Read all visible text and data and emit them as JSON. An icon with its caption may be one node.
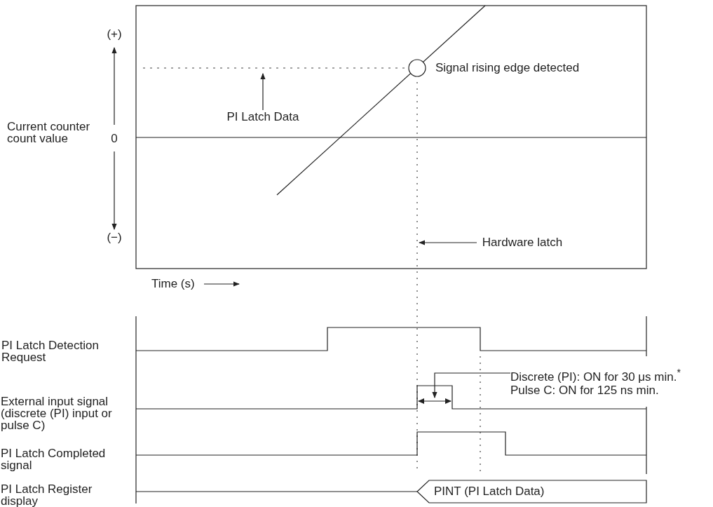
{
  "diagram": {
    "nodes": [
      {
        "text": [],
        "shape": "circle",
        "beside": [
          "Signal rising edge detected"
        ]
      },
      {
        "text": [
          "PI Latch Data"
        ]
      },
      {
        "text": [
          "Hardware latch"
        ]
      },
      {
        "text": [
          "Discrete (PI): ON for 30 μs min.$^{*}$",
          "Pulse C: ON for 125 ns min."
        ]
      },
      {
        "text": [
          "PINT (PI Latch Data)"
        ]
      },
      {
        "text": [],
        "shape": "bar"
      }
    ],
    "edges": [
      {
        "from": 1,
        "to": null,
        "arrow": "to"
      },
      {
        "from": 2,
        "to": null,
        "arrow": "to"
      },
      {
        "from": 3,
        "to": 5,
        "arrow": "to"
      }
    ],
    "labels": [
      "(+)",
      "Current counter count value",
      "0",
      "(−)",
      "Time (s)",
      "PI Latch Detection Request",
      "External input signal (discrete (PI) input or pulse C)",
      "PI Latch Completed signal",
      "PI Latch Register display"
    ]
  }
}
